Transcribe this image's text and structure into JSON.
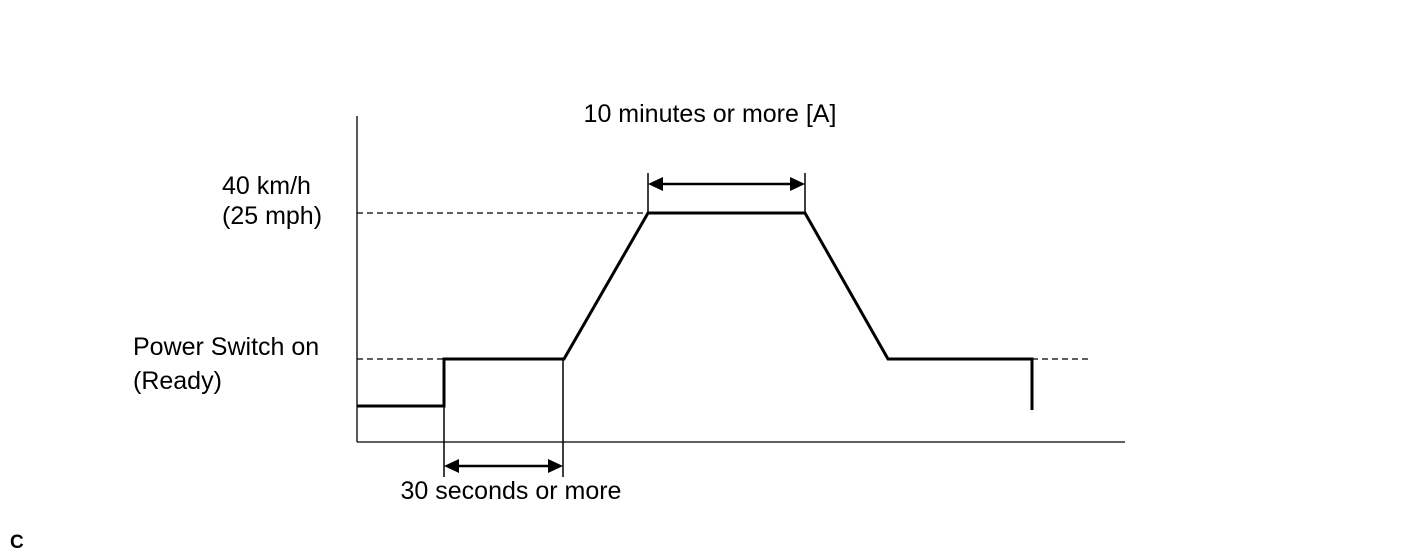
{
  "labels": {
    "speed_line1": "40 km/h",
    "speed_line2": "(25 mph)",
    "power_line1": "Power Switch on",
    "power_line2": "(Ready)",
    "duration_top": "10 minutes or more [A]",
    "duration_bottom": "30 seconds or more",
    "corner_mark": "C"
  }
}
